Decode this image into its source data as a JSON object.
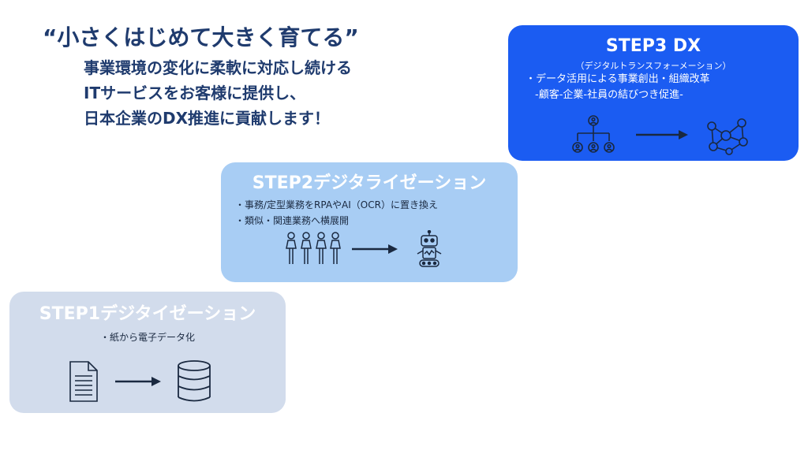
{
  "headline": {
    "title": "“小さくはじめて大きく育てる”",
    "lines": [
      "事業環境の変化に柔軟に対応し続ける",
      "ITサービスをお客様に提供し、",
      "日本企業のDX推進に貢献します！"
    ]
  },
  "steps": {
    "step3": {
      "title": "STEP3 DX",
      "subtitle": "（デジタルトランスフォーメーション）",
      "bullets": [
        "・データ活用による事業創出・組織改革",
        "-顧客-企業-社員の結びつき促進-"
      ],
      "icons": [
        "org-chart-icon",
        "arrow-right-icon",
        "network-icon"
      ]
    },
    "step2": {
      "title": "STEP2デジタライゼーション",
      "bullets": [
        "・事務/定型業務をRPAやAI（OCR）に置き換え",
        "・類似・関連業務へ横展開"
      ],
      "icons": [
        "people-icon",
        "arrow-right-icon",
        "robot-icon"
      ]
    },
    "step1": {
      "title": "STEP1デジタイゼーション",
      "bullets": [
        "・紙から電子データ化"
      ],
      "icons": [
        "document-icon",
        "arrow-right-icon",
        "database-icon"
      ]
    }
  },
  "colors": {
    "headline": "#1f3b6e",
    "step3_bg": "#1b5cf2",
    "step2_bg": "#a8cdf4",
    "step1_bg": "#d2dcec",
    "icon_dark": "#1a2940"
  }
}
